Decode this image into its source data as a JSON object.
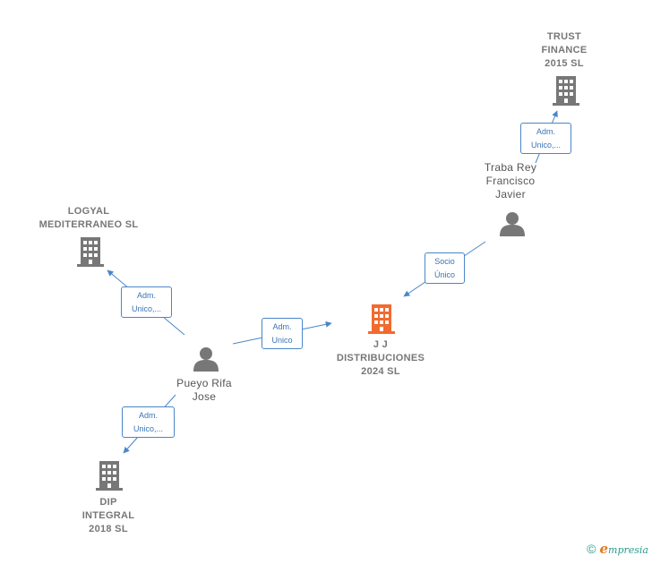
{
  "colors": {
    "company": "#777777",
    "main_company": "#f26a2e",
    "person": "#777777",
    "edge": "#4a86c8",
    "brand_e": "#e07a1f",
    "brand_text": "#2a9d8f"
  },
  "nodes": {
    "trust": {
      "label": "TRUST\nFINANCE\n2015  SL",
      "icon": "building-icon"
    },
    "traba": {
      "label": "Traba Rey\nFrancisco\nJavier",
      "icon": "person-icon"
    },
    "logyal": {
      "label": "LOGYAL\nMEDITERRANEO SL",
      "icon": "building-icon"
    },
    "jj": {
      "label": "J J\nDISTRIBUCIONES\n2024  SL",
      "icon": "building-icon"
    },
    "pueyo": {
      "label": "Pueyo Rifa\nJose",
      "icon": "person-icon"
    },
    "dip": {
      "label": "DIP\nINTEGRAL\n2018  SL",
      "icon": "building-icon"
    }
  },
  "edges": {
    "traba_trust": "Adm.\nUnico,...",
    "traba_jj": "Socio\nÚnico",
    "pueyo_logyal": "Adm.\nUnico,...",
    "pueyo_jj": "Adm.\nUnico",
    "pueyo_dip": "Adm.\nUnico,..."
  },
  "footer": {
    "copyright_symbol": "©",
    "brand_initial": "e",
    "brand_rest": "mpresia"
  }
}
